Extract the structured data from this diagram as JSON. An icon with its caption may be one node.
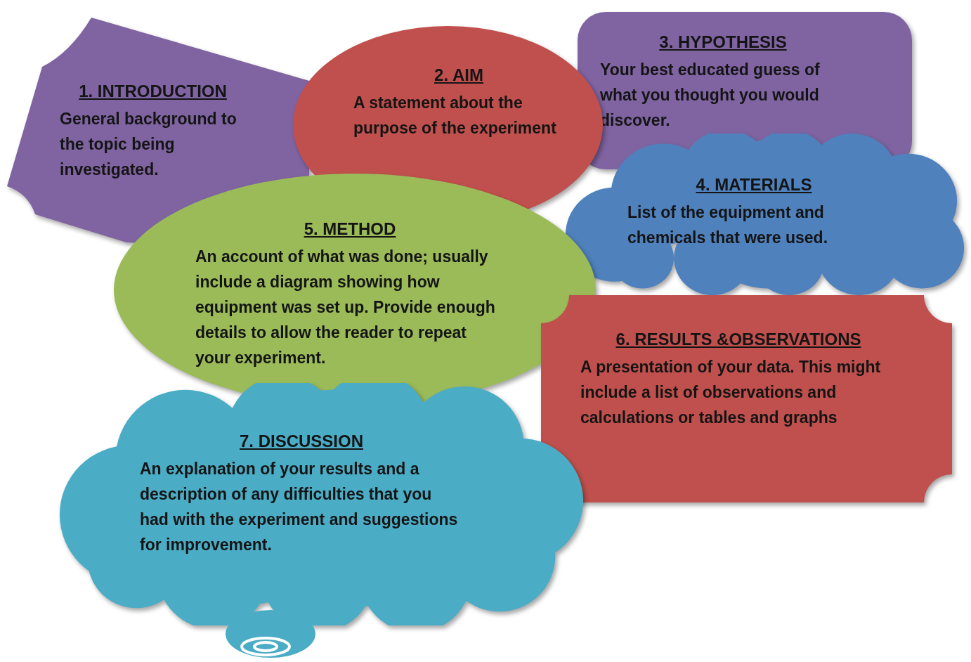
{
  "diagram": {
    "nodes": [
      {
        "text": [
          "1. INTRODUCTION",
          "General background to the topic being investigated."
        ]
      },
      {
        "text": [
          "2. AIM",
          "A statement about the purpose of the experiment"
        ]
      },
      {
        "text": [
          "3. HYPOTHESIS",
          "Your best educated guess of what you thought you would discover."
        ]
      },
      {
        "text": [
          "4. MATERIALS",
          "List of the equipment and chemicals that were used."
        ]
      },
      {
        "text": [
          "5. METHOD",
          "An account of what was done; usually include a diagram showing how equipment was set up. Provide enough details to allow the reader to repeat your experiment."
        ]
      },
      {
        "text": [
          "6. RESULTS &OBSERVATIONS",
          "A presentation of your data. This might include a list of observations and calculations or tables and graphs"
        ]
      },
      {
        "text": [
          "7. DISCUSSION",
          "An explanation of your results and a description of any difficulties that you had with the experiment and suggestions for improvement."
        ]
      }
    ],
    "edges": []
  }
}
